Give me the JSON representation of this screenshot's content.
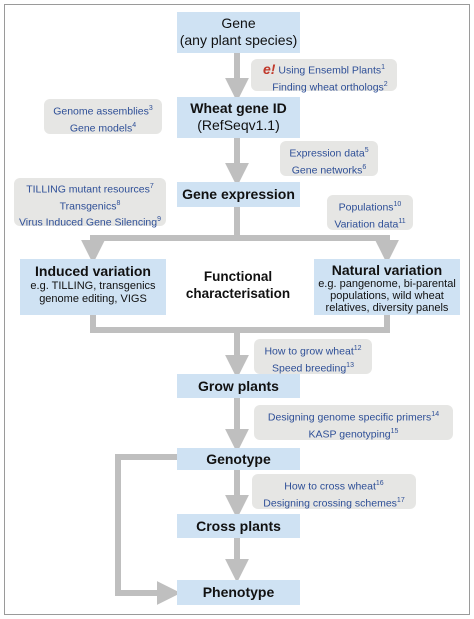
{
  "boxes": {
    "gene": {
      "line1": "Gene",
      "line2": "(any plant species)"
    },
    "wheat_gene_id": {
      "line1": "Wheat gene ID",
      "line2": "(RefSeqv1.1)"
    },
    "gene_expression": {
      "label": "Gene expression"
    },
    "induced_variation": {
      "title": "Induced variation",
      "line1": "e.g. TILLING, transgenics",
      "line2": "genome editing, VIGS"
    },
    "functional": {
      "line1": "Functional",
      "line2": "characterisation"
    },
    "natural_variation": {
      "title": "Natural variation",
      "line1": "e.g. pangenome, bi-parental",
      "line2": "populations, wild wheat",
      "line3": "relatives, diversity panels"
    },
    "grow_plants": {
      "label": "Grow plants"
    },
    "genotype": {
      "label": "Genotype"
    },
    "cross_plants": {
      "label": "Cross plants"
    },
    "phenotype": {
      "label": "Phenotype"
    }
  },
  "notes": {
    "ensembl": {
      "logo": "e!",
      "items": [
        {
          "text": "Using Ensembl Plants",
          "ref": "1"
        },
        {
          "text": "Finding wheat orthologs",
          "ref": "2"
        }
      ]
    },
    "genome": {
      "items": [
        {
          "text": "Genome assemblies",
          "ref": "3"
        },
        {
          "text": "Gene models",
          "ref": "4"
        }
      ]
    },
    "expression": {
      "items": [
        {
          "text": "Expression data",
          "ref": "5"
        },
        {
          "text": "Gene networks",
          "ref": "6"
        }
      ]
    },
    "tilling": {
      "items": [
        {
          "text": "TILLING mutant resources",
          "ref": "7"
        },
        {
          "text": "Transgenics",
          "ref": "8"
        },
        {
          "text": "Virus Induced Gene Silencing",
          "ref": "9"
        }
      ]
    },
    "populations": {
      "items": [
        {
          "text": "Populations",
          "ref": "10"
        },
        {
          "text": "Variation data",
          "ref": "11"
        }
      ]
    },
    "grow": {
      "items": [
        {
          "text": "How to grow wheat",
          "ref": "12"
        },
        {
          "text": "Speed breeding",
          "ref": "13"
        }
      ]
    },
    "primers": {
      "items": [
        {
          "text": "Designing genome specific primers",
          "ref": "14"
        },
        {
          "text": "KASP genotyping",
          "ref": "15"
        }
      ]
    },
    "cross": {
      "items": [
        {
          "text": "How to cross wheat",
          "ref": "16"
        },
        {
          "text": "Designing crossing schemes",
          "ref": "17"
        }
      ]
    }
  },
  "colors": {
    "box": "#cfe2f3",
    "note": "#e6e6e4",
    "link": "#2e4f97",
    "arrow": "#bfbfbf",
    "ensembl_red": "#c0392b"
  }
}
